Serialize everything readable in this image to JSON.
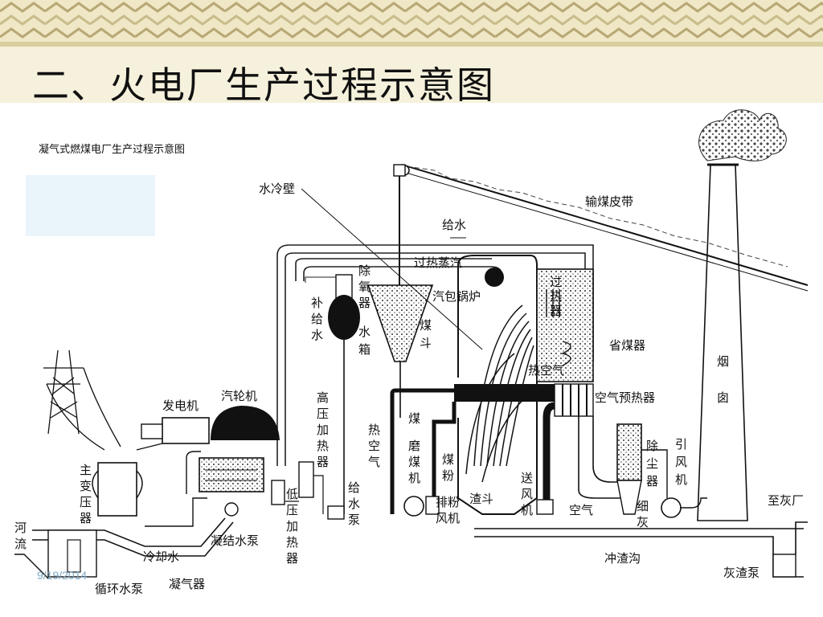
{
  "slide": {
    "title": "二、火电厂生产过程示意图",
    "date": "9/19/2014"
  },
  "diagram": {
    "caption": "凝气式燃煤电厂生产过程示意图",
    "labels": {
      "water_wall": "水冷壁",
      "coal_belt": "输煤皮带",
      "feed_water": "给水",
      "superheated_steam": "过热蒸汽",
      "deaerator": "除氧器",
      "drum_boiler": "汽包锅炉",
      "superheater": "过热器",
      "makeup_water": "补给水",
      "water_tank": "水箱",
      "coal_hopper": "煤斗",
      "economizer": "省煤器",
      "hot_air_top": "热空气",
      "chimney": "烟囱",
      "generator": "发电机",
      "turbine": "汽轮机",
      "hp_heater": "高压加热器",
      "coal": "煤",
      "air_preheater": "空气预热器",
      "hot_air_left": "热空气",
      "mill": "磨煤机",
      "coal_powder": "煤粉",
      "dust_collector": "除尘器",
      "induced_fan": "引风机",
      "main_transformer": "主变压器",
      "lp_heater": "低压加热器",
      "feed_pump": "给水泵",
      "powder_fan": "排粉风机",
      "slag_hopper": "渣斗",
      "forced_fan": "送风机",
      "air": "空气",
      "fine_ash": "细灰",
      "to_ash_yard": "至灰厂",
      "river": "河流",
      "condensate_pump": "凝结水泵",
      "cooling_water": "冷却水",
      "slag_channel": "冲渣沟",
      "circ_pump": "循环水泵",
      "condenser": "凝气器",
      "ash_pump": "灰渣泵"
    }
  }
}
